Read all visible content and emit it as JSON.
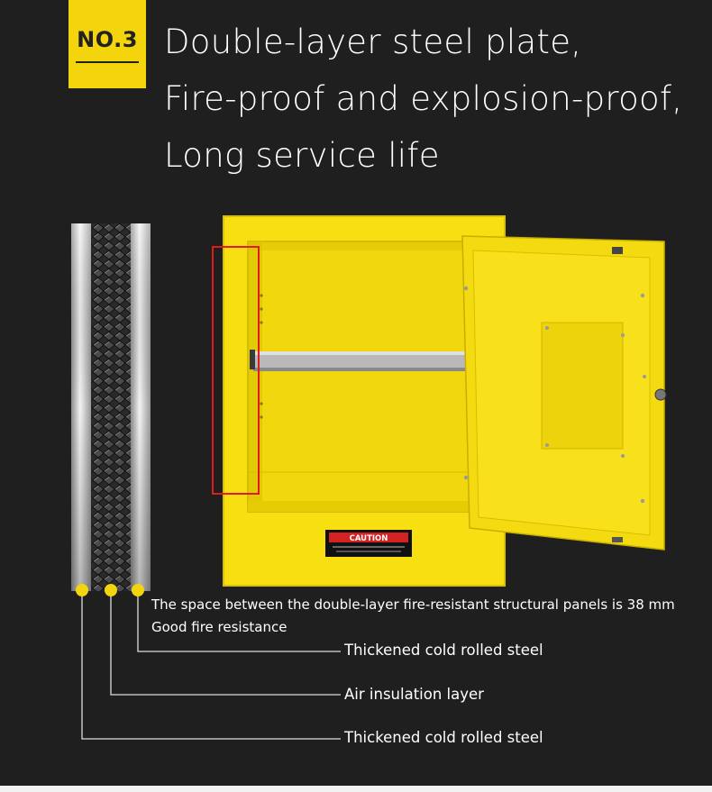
{
  "badge": {
    "label": "NO.3",
    "color": "#f4d50d"
  },
  "headline": {
    "line1": "Double-layer steel plate,",
    "line2": "Fire-proof and explosion-proof,",
    "line3": "Long service life"
  },
  "cabinet": {
    "caution_label": "CAUTION",
    "body_color": "#f7df12",
    "highlight_color": "#e01b1b"
  },
  "description": {
    "line1": "The space between the double-layer fire-resistant structural panels is 38 mm",
    "line2": "Good fire resistance"
  },
  "layers": [
    {
      "label": "Thickened cold rolled steel"
    },
    {
      "label": "Air insulation layer"
    },
    {
      "label": "Thickened cold rolled steel"
    }
  ]
}
